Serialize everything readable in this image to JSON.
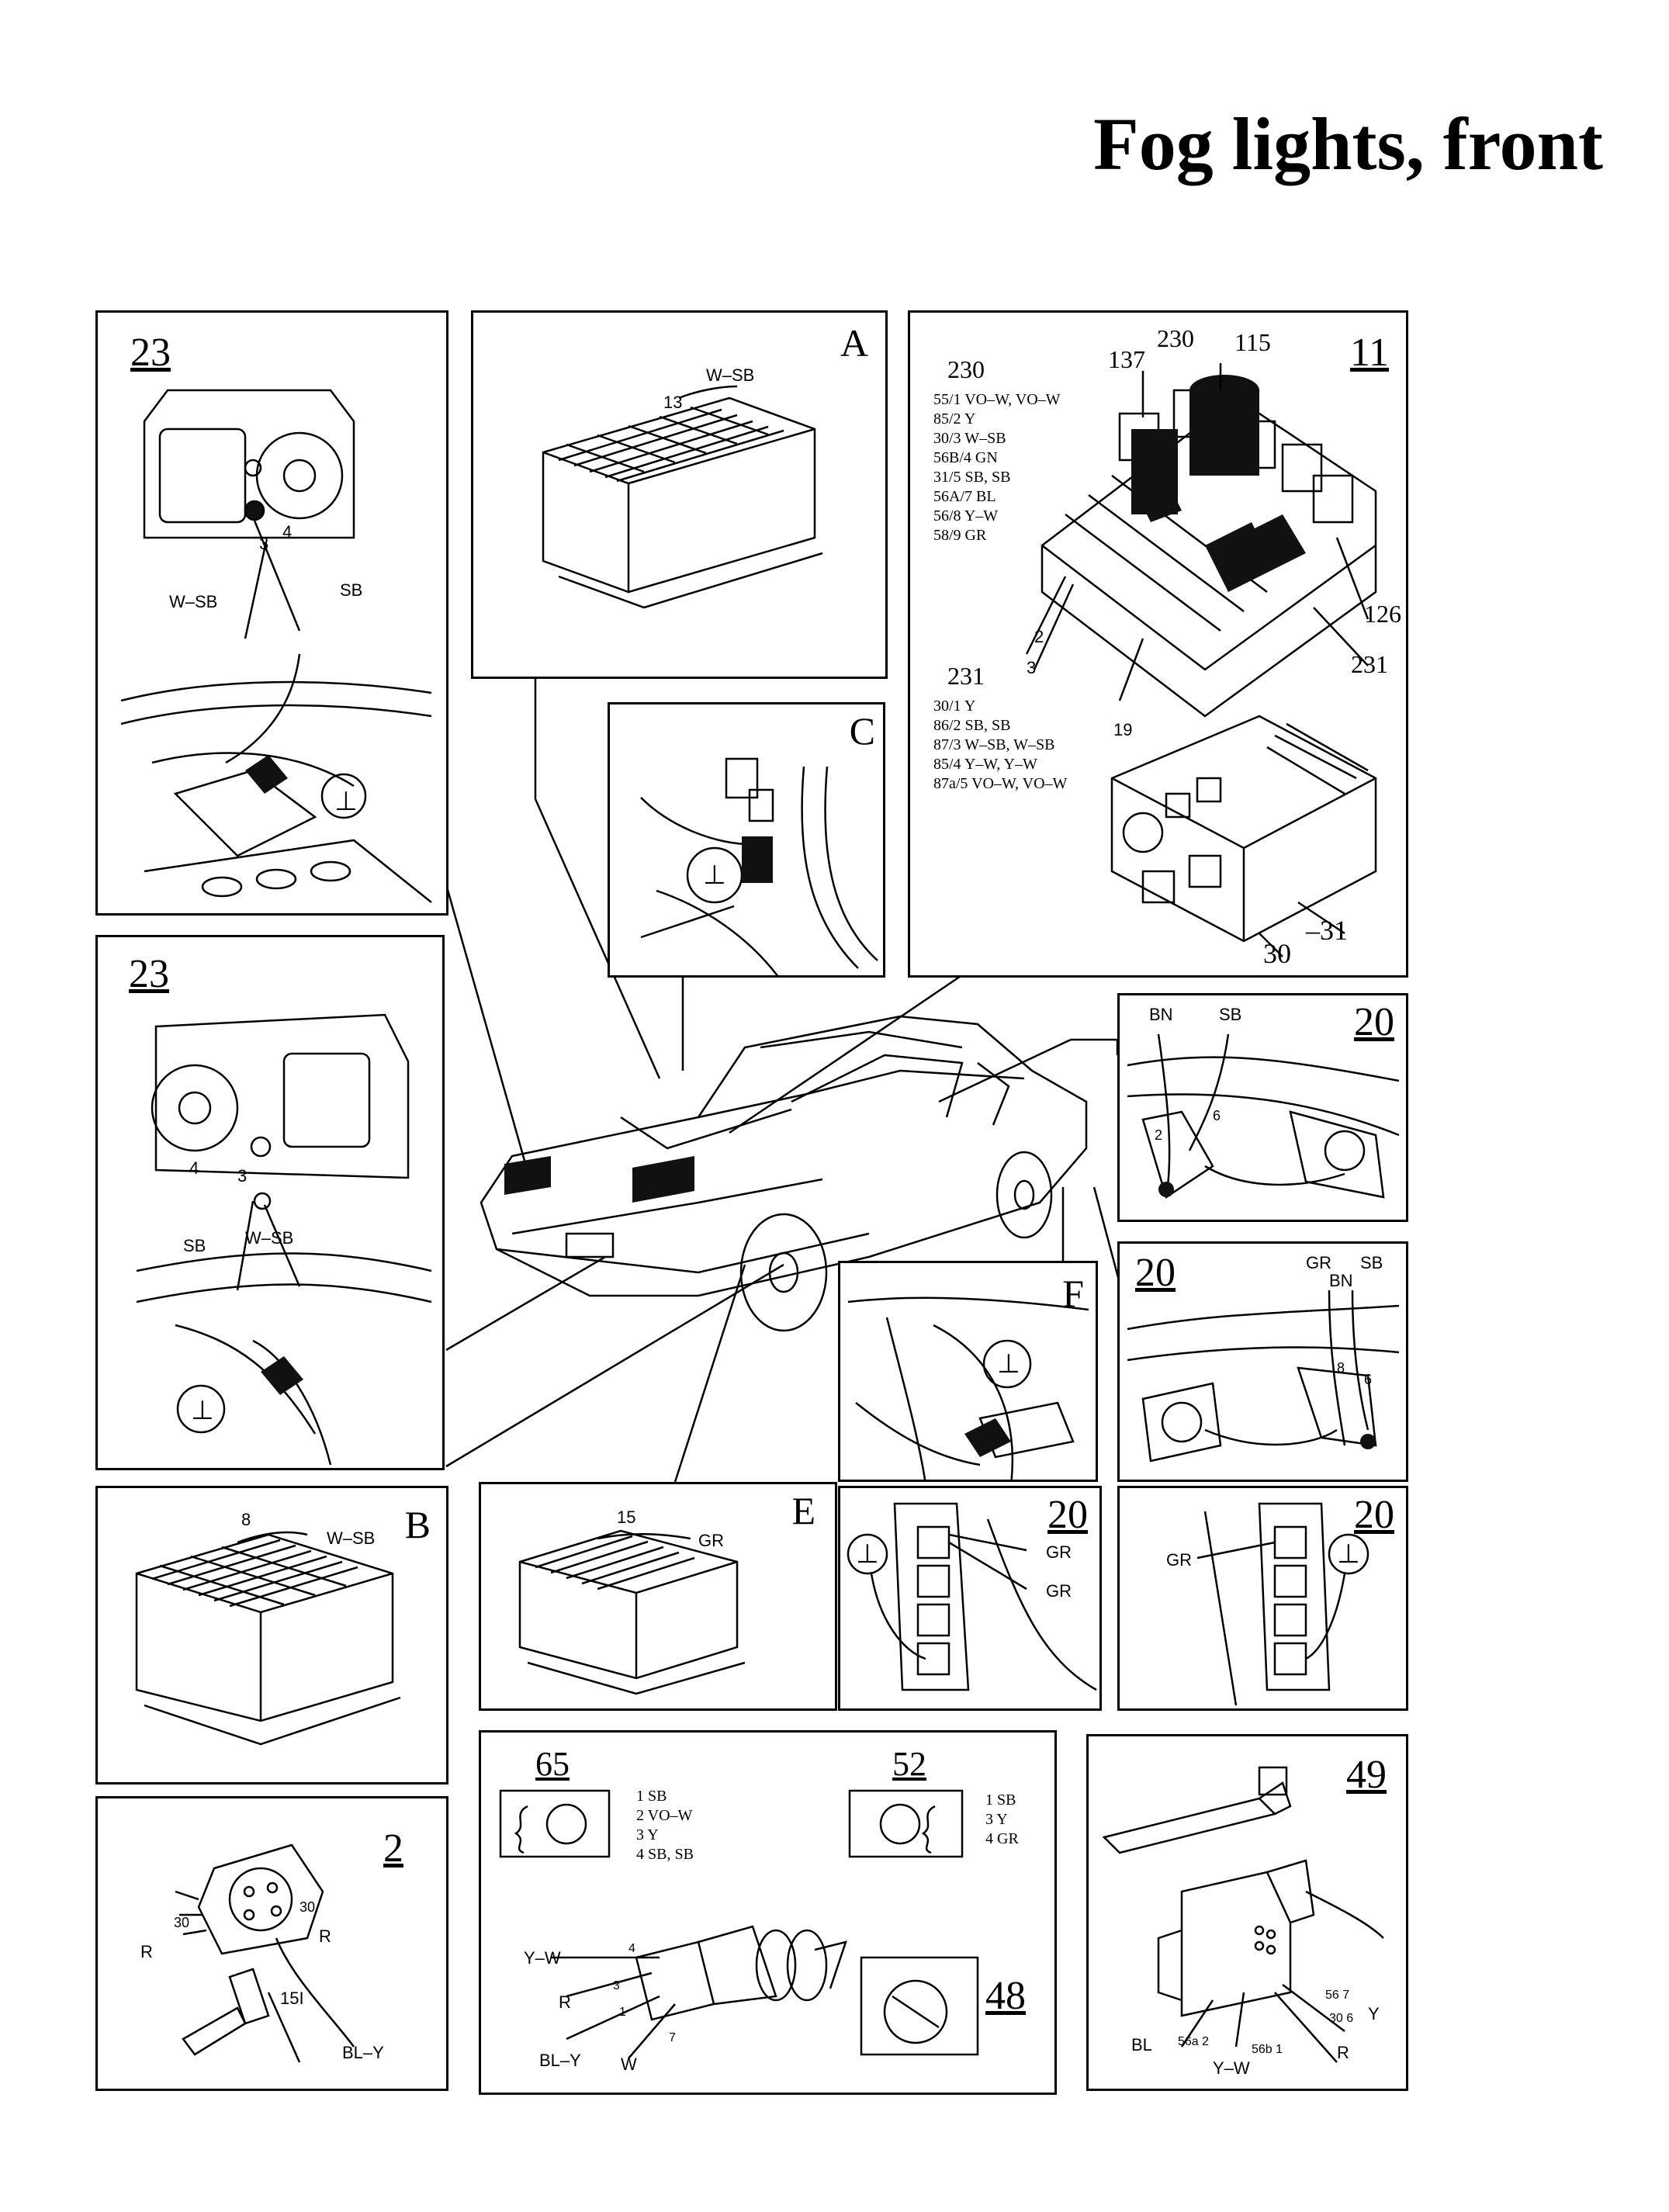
{
  "title": "Fog lights, front",
  "panels": {
    "p23_top": {
      "num": "23",
      "pins": [
        "3",
        "4"
      ],
      "wires": [
        "W–SB",
        "SB"
      ]
    },
    "pA": {
      "letter": "A",
      "wire": "W–SB",
      "pin": "13"
    },
    "p11": {
      "num": "11",
      "relay230": {
        "label": "230",
        "lines": [
          "55/1 VO–W, VO–W",
          "85/2 Y",
          "30/3 W–SB",
          "56B/4 GN",
          "31/5 SB, SB",
          "56A/7 BL",
          "56/8 Y–W",
          "58/9 GR"
        ]
      },
      "relay231": {
        "label": "231",
        "lines": [
          "30/1 Y",
          "86/2 SB, SB",
          "87/3 W–SB, W–SB",
          "85/4 Y–W, Y–W",
          "87a/5 VO–W, VO–W"
        ]
      },
      "callouts": [
        "137",
        "230",
        "115",
        "126",
        "231",
        "2",
        "3",
        "19",
        "–31",
        "30"
      ]
    },
    "pC": {
      "letter": "C"
    },
    "p23_bottom": {
      "num": "23",
      "pins": [
        "4",
        "3"
      ],
      "wires": [
        "SB",
        "W–SB"
      ]
    },
    "p20_a": {
      "num": "20",
      "wires": [
        "BN",
        "SB"
      ],
      "pins": [
        "2",
        "6"
      ]
    },
    "p20_b": {
      "num": "20",
      "wires": [
        "GR",
        "BN",
        "SB"
      ],
      "pins": [
        "8",
        "6"
      ]
    },
    "pF": {
      "letter": "F"
    },
    "pB": {
      "letter": "B",
      "pin": "8",
      "wire": "W–SB"
    },
    "pE": {
      "letter": "E",
      "pin": "15",
      "wire": "GR"
    },
    "p20_c": {
      "num": "20",
      "wires": [
        "GR",
        "GR"
      ]
    },
    "p20_d": {
      "num": "20",
      "wires": [
        "GR"
      ]
    },
    "p2": {
      "num": "2",
      "pins": [
        "30",
        "30",
        "15I"
      ],
      "wires": [
        "R",
        "R",
        "BL–Y"
      ]
    },
    "p65_52_48": {
      "n65": "65",
      "pins65": [
        "1 SB",
        "2 VO–W",
        "3 Y",
        "4 SB, SB"
      ],
      "n52": "52",
      "pins52": [
        "1 SB",
        "3 Y",
        "4 GR"
      ],
      "n48": "48",
      "switch_pins": [
        "4",
        "3",
        "1",
        "7"
      ],
      "switch_wires": [
        "Y–W",
        "R",
        "BL–Y",
        "W"
      ]
    },
    "p49": {
      "num": "49",
      "pins": [
        "56 7",
        "30 6",
        "56a 2",
        "56b 1"
      ],
      "wires": [
        "Y",
        "R",
        "BL",
        "Y–W"
      ]
    }
  }
}
